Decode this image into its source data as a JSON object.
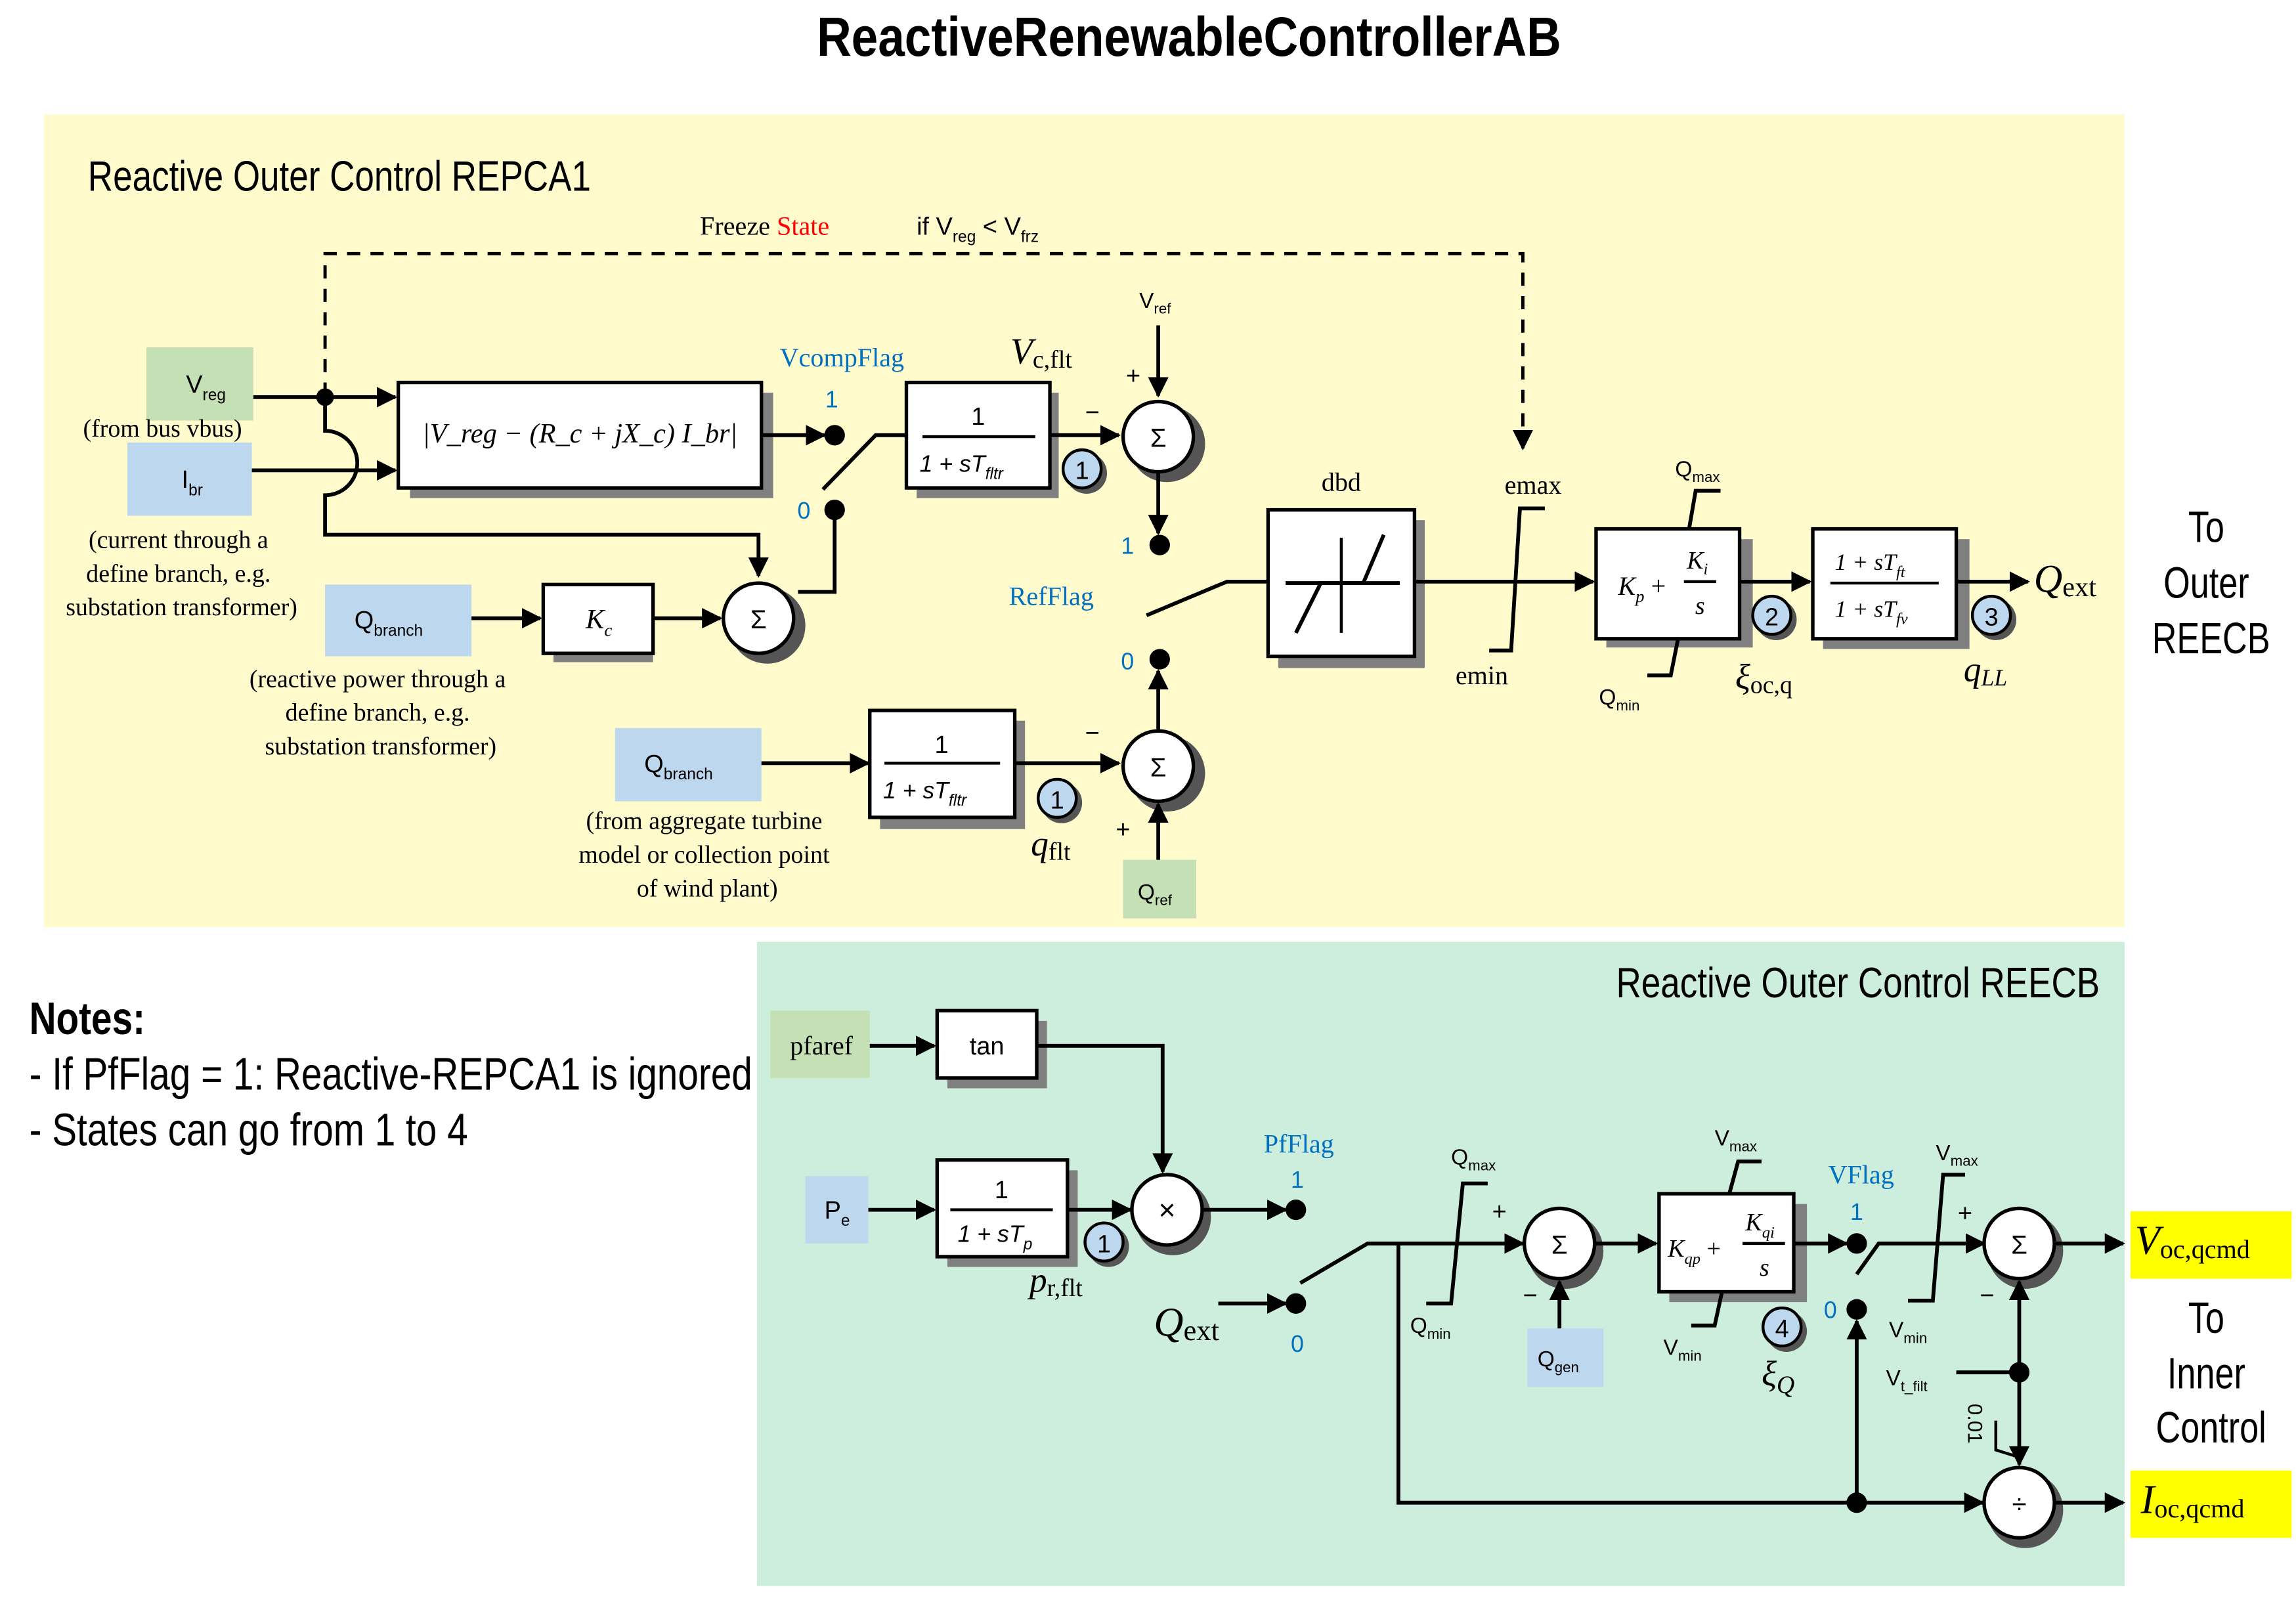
{
  "title": "ReactiveRenewableControllerAB",
  "colors": {
    "upper_panel_bg": "#fffbcc",
    "lower_panel_bg": "#cdeddd",
    "input_green": "#c5e0b4",
    "input_blue": "#bdd7ee",
    "flag_blue": "#0070c0",
    "state_red": "#ff0000",
    "output_highlight": "#ffff00"
  },
  "upper": {
    "panel_title": "Reactive Outer Control REPCA1",
    "freeze": {
      "word": "Freeze",
      "state": "State",
      "condition_if": "if V",
      "reg_sub": "reg",
      "lt": "<",
      "v": "V",
      "frz_sub": "frz"
    },
    "inputs": {
      "vreg": {
        "main": "V",
        "sub": "reg",
        "caption": "(from bus vbus)"
      },
      "ibr": {
        "main": "I",
        "sub": "br",
        "caption_lines": [
          "(current through a",
          "define branch, e.g.",
          "substation transformer)"
        ]
      },
      "qbranch1": {
        "main": "Q",
        "sub": "branch",
        "caption_lines": [
          "(reactive power through a",
          "define branch, e.g.",
          "substation transformer)"
        ]
      },
      "qbranch2": {
        "main": "Q",
        "sub": "branch",
        "caption_lines": [
          "(from aggregate turbine",
          "model or collection point",
          "of wind plant)"
        ]
      },
      "vref": {
        "main": "V",
        "sub": "ref"
      },
      "qref": {
        "main": "Q",
        "sub": "ref"
      }
    },
    "blocks": {
      "vcomp": "|V_reg − (R_c + jX_c) I_br|",
      "kc": {
        "main": "K",
        "sub": "c"
      },
      "filter1": {
        "num": "1",
        "den": "1 + sT",
        "den_sub": "fltr"
      },
      "filter2": {
        "num": "1",
        "den": "1 + sT",
        "den_sub": "fltr"
      },
      "dbd_label": "dbd",
      "emax": "emax",
      "emin": "emin",
      "pi": {
        "kp": "K",
        "kp_sub": "p",
        "plus": "+",
        "ki": "K",
        "ki_sub": "i",
        "s": "s"
      },
      "qmax": {
        "main": "Q",
        "sub": "max"
      },
      "qmin": {
        "main": "Q",
        "sub": "min"
      },
      "leadlag": {
        "num": "1 + sT",
        "num_sub": "ft",
        "den": "1 + sT",
        "den_sub": "fv"
      }
    },
    "sums": {
      "symbol": "Σ"
    },
    "signs": {
      "plus": "+",
      "minus": "−"
    },
    "flags": {
      "vcomp": {
        "name": "VcompFlag",
        "pos1": "1",
        "pos0": "0"
      },
      "ref": {
        "name": "RefFlag",
        "pos1": "1",
        "pos0": "0"
      }
    },
    "states": [
      "1",
      "1",
      "2",
      "3"
    ],
    "signals": {
      "vc_flt": {
        "main": "V",
        "sub": "c,flt"
      },
      "q_flt": {
        "main": "q",
        "sub": "flt"
      },
      "xi_oc_q": {
        "main": "ξ",
        "sub": "oc,q"
      },
      "q_ll": {
        "main": "q",
        "sub": "LL"
      },
      "q_ext": {
        "main": "Q",
        "sub": "ext"
      }
    },
    "to_label": [
      "To",
      "Outer",
      "REECB"
    ]
  },
  "lower": {
    "panel_title": "Reactive Outer Control REECB",
    "inputs": {
      "pfaref": "pfaref",
      "pe": {
        "main": "P",
        "sub": "e"
      },
      "qgen": {
        "main": "Q",
        "sub": "gen"
      },
      "vt_filt": {
        "main": "V",
        "sub": "t_filt"
      },
      "q_ext": {
        "main": "Q",
        "sub": "ext"
      }
    },
    "blocks": {
      "tan": "tan",
      "filter_p": {
        "num": "1",
        "den": "1 + sT",
        "den_sub": "p"
      },
      "mult": "×",
      "qmax": {
        "main": "Q",
        "sub": "max"
      },
      "qmin": {
        "main": "Q",
        "sub": "min"
      },
      "pi": {
        "kp": "K",
        "kp_sub": "qp",
        "plus": "+",
        "ki": "K",
        "ki_sub": "qi",
        "s": "s"
      },
      "vmax": {
        "main": "V",
        "sub": "max"
      },
      "vmin": {
        "main": "V",
        "sub": "min"
      },
      "div": "÷",
      "min_clip": "0.01"
    },
    "flags": {
      "pf": {
        "name": "PfFlag",
        "pos1": "1",
        "pos0": "0"
      },
      "v": {
        "name": "VFlag",
        "pos1": "1",
        "pos0": "0"
      }
    },
    "states": [
      "1",
      "4"
    ],
    "signals": {
      "pr_flt": {
        "main": "p",
        "sub": "r,flt"
      },
      "xi_q": {
        "main": "ξ",
        "sub": "Q"
      }
    },
    "outputs": {
      "voc": {
        "main": "V",
        "sub": "oc,qcmd"
      },
      "ioc": {
        "main": "I",
        "sub": "oc,qcmd"
      }
    },
    "to_label": [
      "To",
      "Inner",
      "Control"
    ]
  },
  "notes": {
    "heading": "Notes:",
    "items": [
      "- If PfFlag = 1: Reactive-REPCA1 is ignored",
      "- States can go from 1 to 4"
    ]
  }
}
